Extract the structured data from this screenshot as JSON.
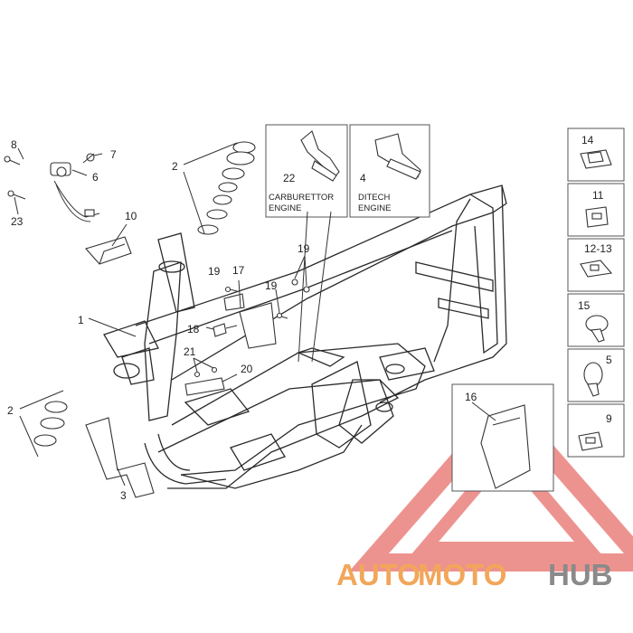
{
  "callouts": {
    "n1": "1",
    "n2a": "2",
    "n2b": "2",
    "n3": "3",
    "n4": "4",
    "n5": "5",
    "n6": "6",
    "n7": "7",
    "n8": "8",
    "n9": "9",
    "n10": "10",
    "n11": "11",
    "n12_13": "12-13",
    "n14": "14",
    "n15": "15",
    "n16": "16",
    "n17": "17",
    "n18": "18",
    "n19a": "19",
    "n19b": "19",
    "n19c": "19",
    "n20": "20",
    "n21": "21",
    "n22": "22",
    "n23": "23"
  },
  "insets": {
    "carburettor": {
      "line1": "CARBURETTOR",
      "line2": "ENGINE"
    },
    "ditech": {
      "line1": "DITECH",
      "line2": "ENGINE"
    }
  },
  "watermark": {
    "part1": "AUTO",
    "part2": "MOTO",
    "part3": "HUB",
    "color_orange": "#f2a65a",
    "color_gray": "#8a8a8a",
    "color_red": "#e8706a"
  }
}
